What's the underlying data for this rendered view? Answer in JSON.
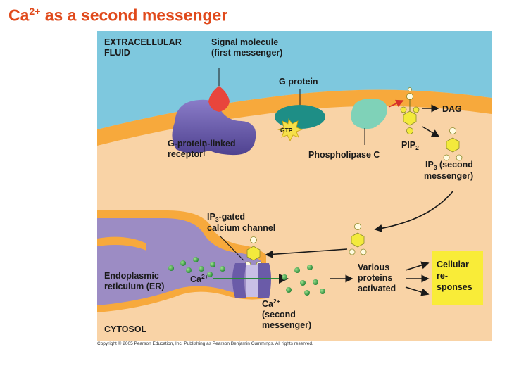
{
  "title": {
    "main": "Ca",
    "sup": "2+",
    "rest": " as a second messenger"
  },
  "labels": {
    "extracellular_line1": "EXTRACELLULAR",
    "extracellular_line2": "FLUID",
    "signal_line1": "Signal molecule",
    "signal_line2": "(first messenger)",
    "g_protein": "G protein",
    "dag": "DAG",
    "gtp": "GTP",
    "receptor_line1": "G-protein-linked",
    "receptor_line2": "receptor",
    "phospholipase": "Phospholipase C",
    "pip": "PIP",
    "pip_sub": "2",
    "ip3_line1_main": "IP",
    "ip3_line1_sub": "3",
    "ip3_line1_rest": " (second",
    "ip3_line2": "messenger)",
    "channel_line1_main": "IP",
    "channel_line1_sub": "3",
    "channel_line1_rest": "-gated",
    "channel_line2": "calcium channel",
    "er_line1": "Endoplasmic",
    "er_line2": "reticulum (ER)",
    "er_ca": "Ca",
    "er_ca_sup": "2+",
    "various_line1": "Various",
    "various_line2": "proteins",
    "various_line3": "activated",
    "cellular_line1": "Cellular",
    "cellular_line2": "re-",
    "cellular_line3": "sponses",
    "ca_second_main": "Ca",
    "ca_second_sup": "2+",
    "ca_second_line2": "(second",
    "ca_second_line3": "messenger)",
    "cytosol": "CYTOSOL"
  },
  "copyright": "Copyright © 2005 Pearson Education, Inc. Publishing as Pearson Benjamin Cummings. All rights reserved.",
  "colors": {
    "title": "#e0491b",
    "extracellular": "#7ec8de",
    "membrane": "#f7a93c",
    "cytosol": "#f9d3a6",
    "er": "#9c8cc4",
    "receptor": "#6a5ba8",
    "signal": "#e8453c",
    "g_protein": "#1e8e86",
    "phospholipase": "#7fd2b8",
    "gtp": "#f6e04a",
    "ip3": "#f3ea3c",
    "calcium": "#3aa24a",
    "response_box": "#f9ec38",
    "arrow": "#1a1a1a"
  }
}
